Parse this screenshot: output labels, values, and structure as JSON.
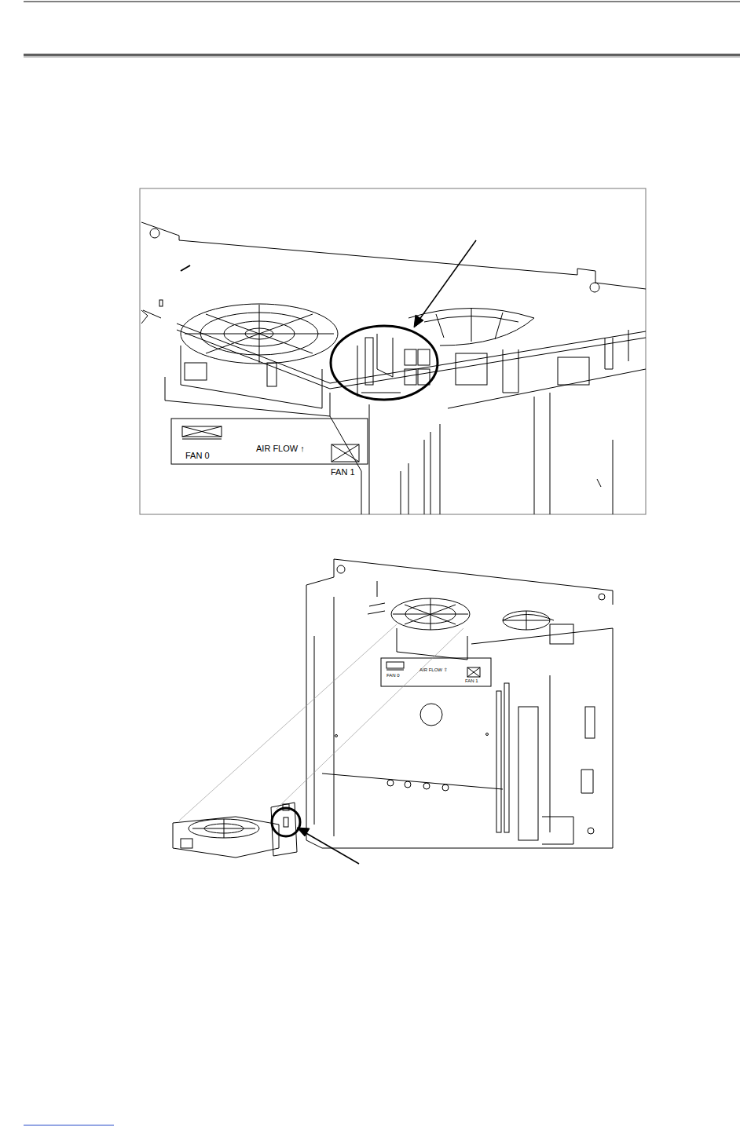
{
  "diagram": {
    "labels": [
      "FAN 0",
      "AIR FLOW ↑",
      "FAN 1",
      "FAN 0",
      "AIR FLOW ⇧",
      "FAN 1"
    ]
  }
}
